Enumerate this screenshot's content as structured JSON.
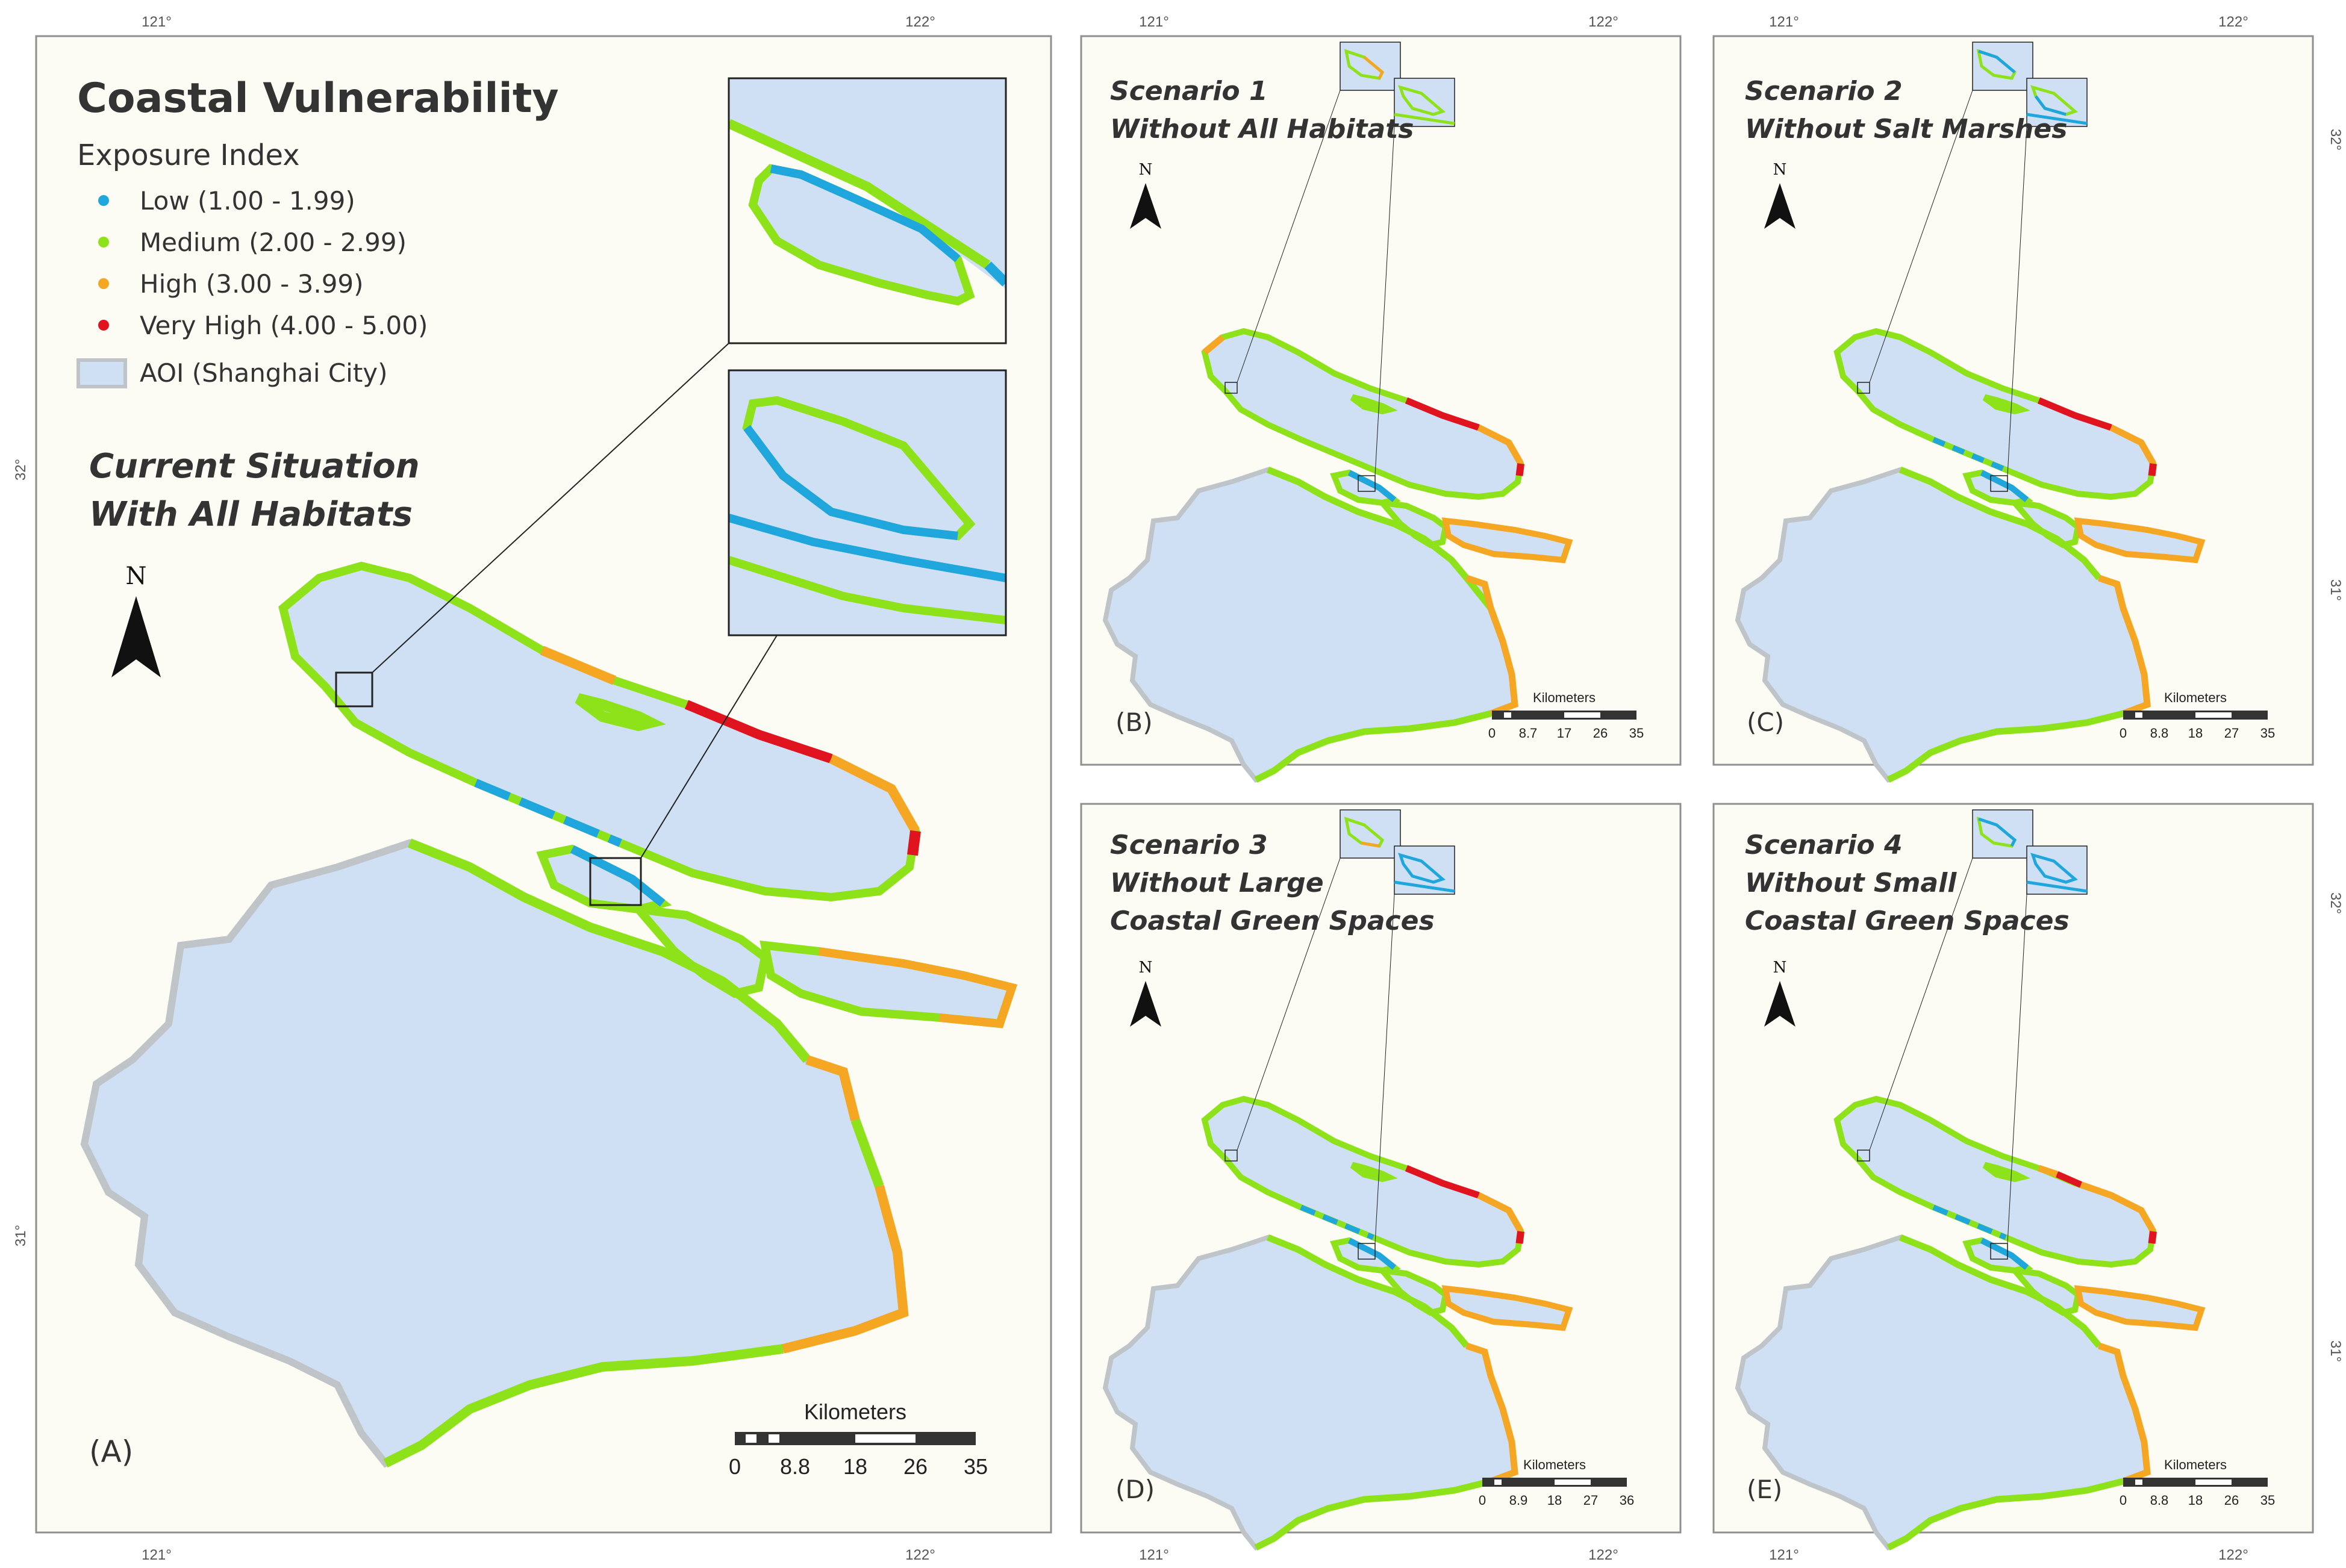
{
  "legend": {
    "title": "Coastal Vulnerability",
    "subtitle": "Exposure Index",
    "classes": [
      {
        "label": "Low (1.00 - 1.99)",
        "color": "#1ea6dd"
      },
      {
        "label": "Medium (2.00 - 2.99)",
        "color": "#8ee21a"
      },
      {
        "label": "High (3.00 - 3.99)",
        "color": "#f5a623"
      },
      {
        "label": "Very High (4.00 - 5.00)",
        "color": "#e0141e"
      }
    ],
    "aoi_label": "AOI (Shanghai City)",
    "aoi_fill": "#cfe0f5",
    "aoi_outline": "#bfc4c8"
  },
  "north_label": "N",
  "scale_unit": "Kilometers",
  "axis": {
    "lon_labels": [
      "121°",
      "122°"
    ],
    "lat_labels": [
      "32°",
      "31°"
    ]
  },
  "panels": [
    {
      "letter": "(A)",
      "title_lines": [
        "Current Situation",
        "With All Habitats"
      ],
      "scale_ticks": [
        "0",
        "8.8",
        "18",
        "26",
        "35"
      ]
    },
    {
      "letter": "(B)",
      "title_lines": [
        "Scenario 1",
        "Without All Habitats"
      ],
      "scale_ticks": [
        "0",
        "8.7",
        "17",
        "26",
        "35"
      ]
    },
    {
      "letter": "(C)",
      "title_lines": [
        "Scenario 2",
        "Without Salt Marshes"
      ],
      "scale_ticks": [
        "0",
        "8.8",
        "18",
        "27",
        "35"
      ]
    },
    {
      "letter": "(D)",
      "title_lines": [
        "Scenario 3",
        "Without Large",
        "Coastal Green Spaces"
      ],
      "scale_ticks": [
        "0",
        "8.9",
        "18",
        "27",
        "36"
      ]
    },
    {
      "letter": "(E)",
      "title_lines": [
        "Scenario 4",
        "Without Small",
        "Coastal Green Spaces"
      ],
      "scale_ticks": [
        "0",
        "8.8",
        "18",
        "26",
        "35"
      ]
    }
  ],
  "colors": {
    "map_background": "#fdfcf4",
    "frame": "#8f8f8f",
    "text": "#333333"
  }
}
